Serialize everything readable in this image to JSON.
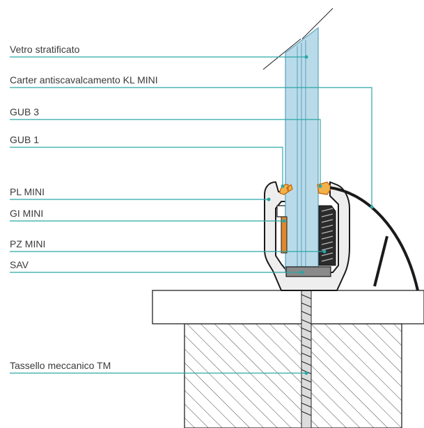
{
  "colors": {
    "leader": "#2aa6a6",
    "glass": "#b9dbe9",
    "glass_edge": "#6aa9c4",
    "profile": "#eeeeee",
    "outline": "#1a1a1a",
    "gasket": "#e0882b",
    "sav": "#8a8a8a",
    "text": "#3a3a3a"
  },
  "labels": [
    {
      "id": "vetro-stratificato",
      "text": "Vetro stratificato"
    },
    {
      "id": "carter-kl-mini",
      "text": "Carter antiscavalcamento KL MINI"
    },
    {
      "id": "gub-3",
      "text": "GUB 3"
    },
    {
      "id": "gub-1",
      "text": "GUB 1"
    },
    {
      "id": "pl-mini",
      "text": "PL MINI"
    },
    {
      "id": "gi-mini",
      "text": "GI MINI"
    },
    {
      "id": "pz-mini",
      "text": "PZ MINI"
    },
    {
      "id": "sav",
      "text": "SAV"
    },
    {
      "id": "tassello-tm",
      "text": "Tassello meccanico TM"
    }
  ]
}
